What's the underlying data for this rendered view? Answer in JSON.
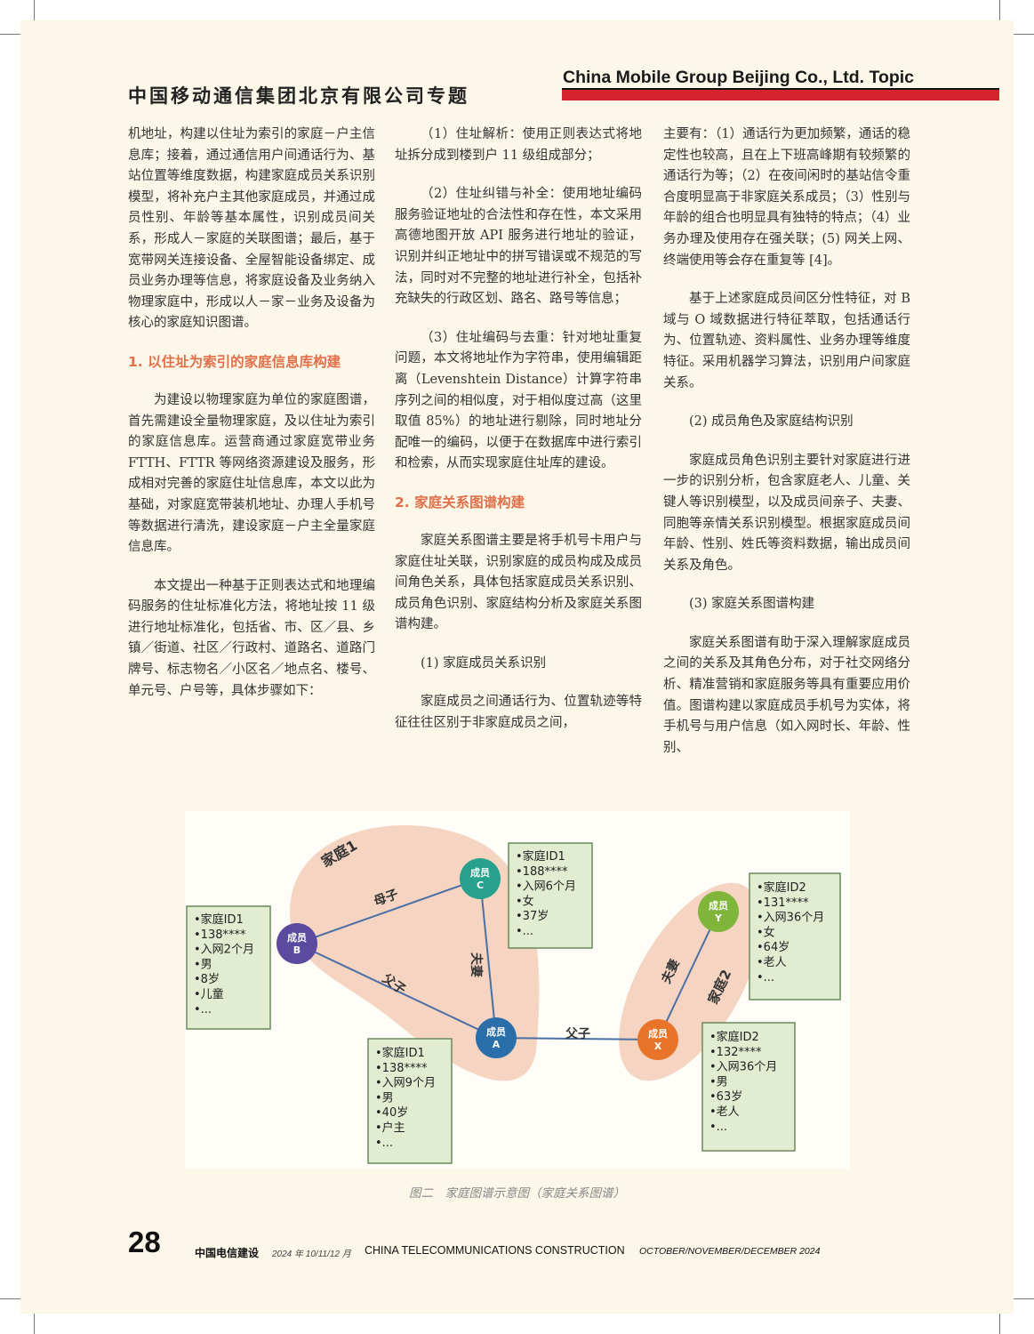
{
  "header": {
    "title_cn": "中国移动通信集团北京有限公司专题",
    "title_en": "China Mobile Group Beijing Co., Ltd. Topic"
  },
  "column1": {
    "p1": "机地址，构建以住址为索引的家庭－户主信息库；接着，通过通信用户间通话行为、基站位置等维度数据，构建家庭成员关系识别模型，将补充户主其他家庭成员，并通过成员性别、年龄等基本属性，识别成员间关系，形成人－家庭的关联图谱；最后，基于宽带网关连接设备、全屋智能设备绑定、成员业务办理等信息，将家庭设备及业务纳入物理家庭中，形成以人－家－业务及设备为核心的家庭知识图谱。",
    "h1": "1. 以住址为索引的家庭信息库构建",
    "p2": "为建设以物理家庭为单位的家庭图谱，首先需建设全量物理家庭，及以住址为索引的家庭信息库。运营商通过家庭宽带业务 FTTH、FTTR 等网络资源建设及服务，形成相对完善的家庭住址信息库，本文以此为基础，对家庭宽带装机地址、办理人手机号等数据进行清洗，建设家庭－户主全量家庭信息库。",
    "p3": "本文提出一种基于正则表达式和地理编码服务的住址标准化方法，将地址按 11 级进行地址标准化，包括省、市、区／县、乡镇／街道、社区／行政村、道路名、道路门牌号、标志物名／小区名／地点名、楼号、单元号、户号等，具体步骤如下："
  },
  "column2": {
    "p1": "（1）住址解析：使用正则表达式将地址拆分成到楼到户 11 级组成部分；",
    "p2": "（2）住址纠错与补全：使用地址编码服务验证地址的合法性和存在性，本文采用高德地图开放 API 服务进行地址的验证，识别并纠正地址中的拼写错误或不规范的写法，同时对不完整的地址进行补全，包括补充缺失的行政区划、路名、路号等信息；",
    "p3": "（3）住址编码与去重：针对地址重复问题，本文将地址作为字符串，使用编辑距离（Levenshtein Distance）计算字符串序列之间的相似度，对于相似度过高（这里取值 85%）的地址进行剔除，同时地址分配唯一的编码，以便于在数据库中进行索引和检索，从而实现家庭住址库的建设。",
    "h2": "2. 家庭关系图谱构建",
    "p4": "家庭关系图谱主要是将手机号卡用户与家庭住址关联，识别家庭的成员构成及成员间角色关系，具体包括家庭成员关系识别、成员角色识别、家庭结构分析及家庭关系图谱构建。",
    "s1": "(1) 家庭成员关系识别",
    "p5": "家庭成员之间通话行为、位置轨迹等特征往往区别于非家庭成员之间，"
  },
  "column3": {
    "p1": "主要有：（1）通话行为更加频繁，通话的稳定性也较高，且在上下班高峰期有较频繁的通话行为等；（2）在夜间闲时的基站信令重合度明显高于非家庭关系成员；（3）性别与年龄的组合也明显具有独特的特点；（4）业务办理及使用存在强关联；(5) 网关上网、终端使用等会存在重复等 [4]。",
    "p2": "基于上述家庭成员间区分性特征，对 B 域与 O 域数据进行特征萃取，包括通话行为、位置轨迹、资料属性、业务办理等维度特征。采用机器学习算法，识别用户间家庭关系。",
    "s1": "(2) 成员角色及家庭结构识别",
    "p3": "家庭成员角色识别主要针对家庭进行进一步的识别分析，包含家庭老人、儿童、关键人等识别模型，以及成员间亲子、夫妻、同胞等亲情关系识别模型。根据家庭成员间年龄、性别、姓氏等资料数据，输出成员间关系及角色。",
    "s2": "(3) 家庭关系图谱构建",
    "p4": "家庭关系图谱有助于深入理解家庭成员之间的关系及其角色分布，对于社交网络分析、精准营销和家庭服务等具有重要应用价值。图谱构建以家庭成员手机号为实体，将手机号与用户信息（如入网时长、年龄、性别、"
  },
  "figure": {
    "caption": "图二　家庭图谱示意图（家庭关系图谱）",
    "family1_label": "家庭1",
    "family2_label": "家庭2",
    "member_label": "成员",
    "nodes": [
      {
        "id": "A",
        "color": "#2a6fa9"
      },
      {
        "id": "B",
        "color": "#5a4ba0"
      },
      {
        "id": "C",
        "color": "#27a08d"
      },
      {
        "id": "X",
        "color": "#e8742a"
      },
      {
        "id": "Y",
        "color": "#7fb53a"
      }
    ],
    "edges": {
      "bc": "母子",
      "ac": "夫妻",
      "ab": "父子",
      "ax": "父子",
      "xy": "夫妻"
    },
    "boxes": {
      "b": [
        "•家庭ID1",
        "•138****",
        "•入网2个月",
        "•男",
        "•8岁",
        "•儿童",
        "•..."
      ],
      "c": [
        "•家庭ID1",
        "•188****",
        "•入网6个月",
        "•女",
        "•37岁",
        "•..."
      ],
      "a": [
        "•家庭ID1",
        "•138****",
        "•入网9个月",
        "•男",
        "•40岁",
        "•户主",
        "•..."
      ],
      "y": [
        "•家庭ID2",
        "•131****",
        "•入网36个月",
        "•女",
        "•64岁",
        "•老人",
        "•..."
      ],
      "x": [
        "•家庭ID2",
        "•132****",
        "•入网36个月",
        "•男",
        "•63岁",
        "•老人",
        "•..."
      ]
    }
  },
  "footer": {
    "page_number": "28",
    "magazine_cn": "中国电信建设",
    "date_cn": "2024 年 10/11/12 月",
    "magazine_en": "CHINA TELECOMMUNICATIONS CONSTRUCTION",
    "date_en": "OCTOBER/NOVEMBER/DECEMBER 2024"
  }
}
